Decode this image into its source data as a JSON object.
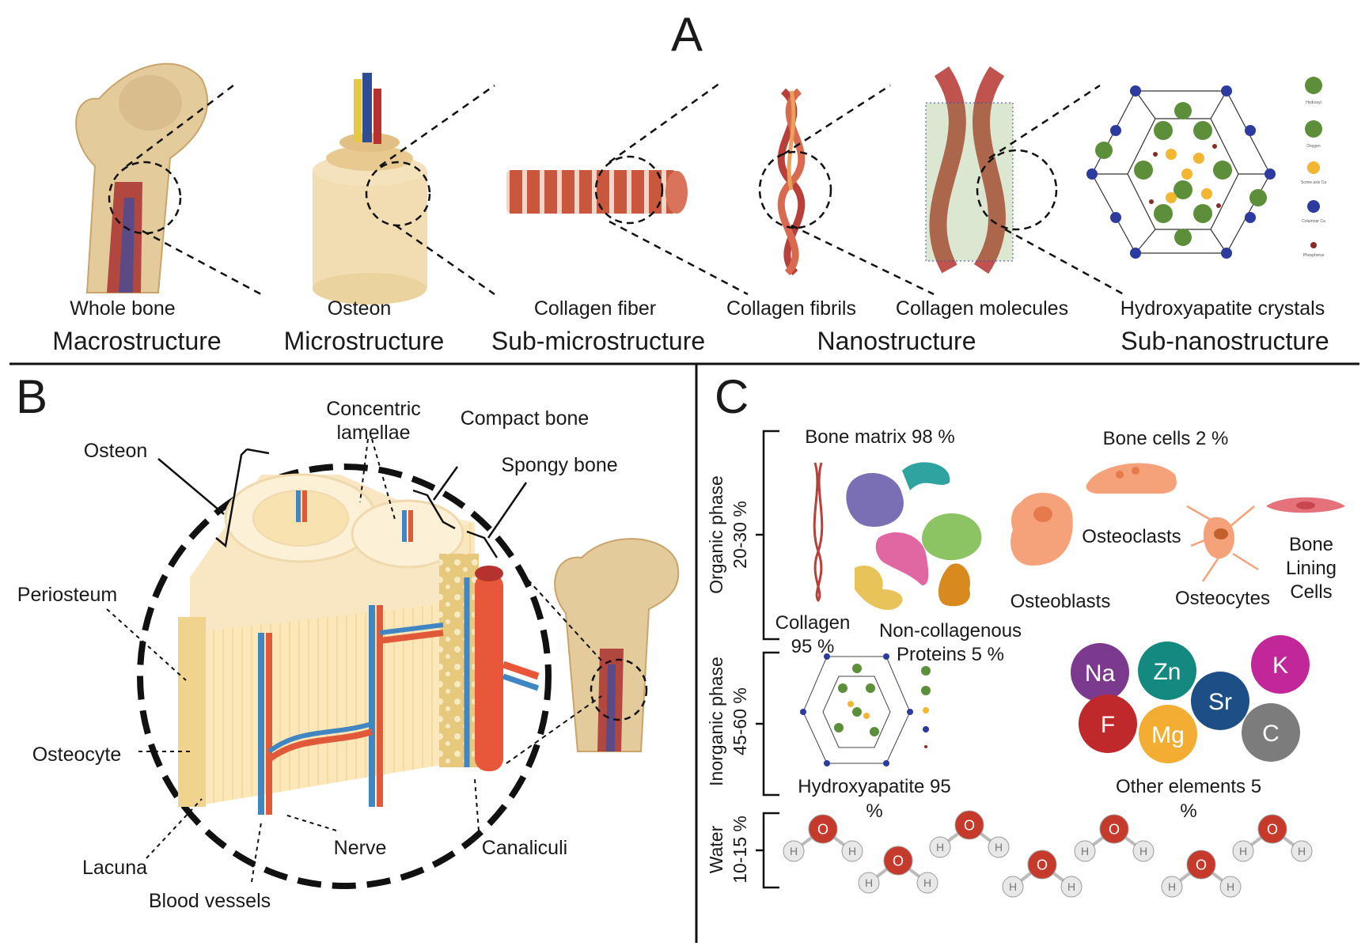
{
  "panel_a": {
    "letter": "A",
    "items": [
      {
        "sublabel": "Whole bone",
        "level": "Macrostructure"
      },
      {
        "sublabel": "Osteon",
        "level": "Microstructure"
      },
      {
        "sublabel": "Collagen fiber",
        "level": "Sub-microstructure"
      },
      {
        "sublabel": "Collagen fibrils",
        "level": ""
      },
      {
        "sublabel": "Collagen molecules",
        "level": "Nanostructure"
      },
      {
        "sublabel": "Hydroxyapatite crystals",
        "level": "Sub-nanostructure"
      }
    ],
    "legend": [
      "Hydroxyl",
      "Oxygen",
      "Screw axis Ca",
      "Columnar Ca",
      "Phosphorus"
    ]
  },
  "panel_b": {
    "letter": "B",
    "labels": {
      "concentric_1": "Concentric",
      "concentric_2": "lamellae",
      "compact": "Compact bone",
      "osteon": "Osteon",
      "spongy": "Spongy bone",
      "periosteum": "Periosteum",
      "osteocyte": "Osteocyte",
      "lacuna": "Lacuna",
      "nerve": "Nerve",
      "canaliculi": "Canaliculi",
      "blood_vessels": "Blood vessels"
    }
  },
  "panel_c": {
    "letter": "C",
    "phases": {
      "organic_1": "Organic phase",
      "organic_2": "20-30 %",
      "inorganic_1": "Inorganic phase",
      "inorganic_2": "45-60 %",
      "water_1": "Water",
      "water_2": "10-15 %"
    },
    "labels": {
      "bone_matrix": "Bone matrix 98 %",
      "bone_cells": "Bone cells 2 %",
      "osteoclasts": "Osteoclasts",
      "bone_1": "Bone",
      "bone_2": "Lining",
      "bone_3": "Cells",
      "osteoblasts": "Osteoblasts",
      "osteocytes": "Osteocytes",
      "collagen_1": "Collagen",
      "collagen_2": "95 %",
      "noncoll_1": "Non-collagenous",
      "noncoll_2": "Proteins 5 %",
      "hydroxy_1": "Hydroxyapatite 95",
      "hydroxy_2": "%",
      "other_1": "Other elements 5",
      "other_2": "%"
    },
    "elements": [
      {
        "symbol": "Na",
        "color": "#7b3a8e"
      },
      {
        "symbol": "Zn",
        "color": "#13897f"
      },
      {
        "symbol": "K",
        "color": "#c2279a"
      },
      {
        "symbol": "Sr",
        "color": "#1d4f86"
      },
      {
        "symbol": "F",
        "color": "#c0292b"
      },
      {
        "symbol": "Mg",
        "color": "#f2ad32"
      },
      {
        "symbol": "C",
        "color": "#7c7c7c"
      }
    ],
    "water_atoms": {
      "o": "O",
      "h": "H"
    }
  }
}
